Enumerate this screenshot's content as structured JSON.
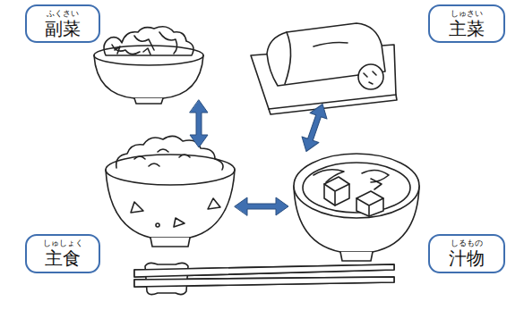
{
  "diagram": {
    "nodes": [
      {
        "text": [
          "ふくさい",
          "副菜"
        ]
      },
      {
        "text": [
          "しゅさい",
          "主菜"
        ]
      },
      {
        "text": [
          "しゅしょく",
          "主食"
        ]
      },
      {
        "text": [
          "しるもの",
          "汁物"
        ]
      }
    ]
  }
}
